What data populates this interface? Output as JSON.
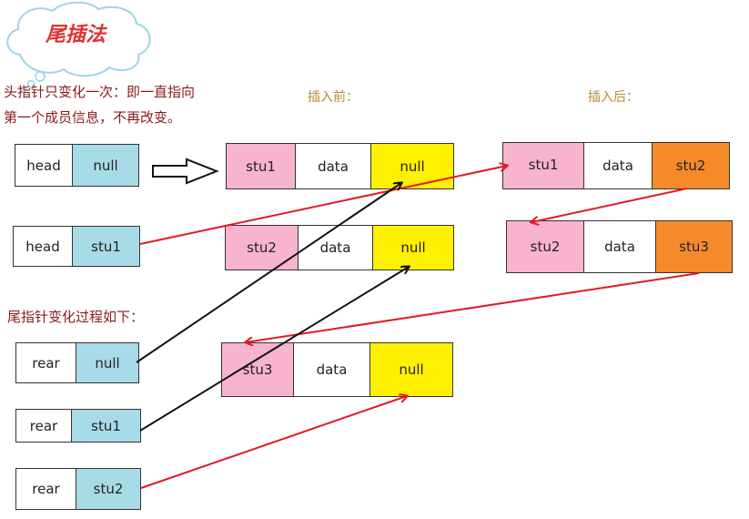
{
  "title": "尾插法",
  "notes": {
    "head_line1": "头指针只变化一次：即一直指向",
    "head_line2": "第一个成员信息，不再改变。",
    "tail": "尾指针变化过程如下："
  },
  "labels": {
    "before": "插入前：",
    "after": "插入后："
  },
  "head_boxes": [
    {
      "name": "head",
      "value": "null"
    },
    {
      "name": "head",
      "value": "stu1"
    }
  ],
  "rear_boxes": [
    {
      "name": "rear",
      "value": "null"
    },
    {
      "name": "rear",
      "value": "stu1"
    },
    {
      "name": "rear",
      "value": "stu2"
    }
  ],
  "before_nodes": [
    {
      "id": "stu1",
      "data": "data",
      "next": "null"
    },
    {
      "id": "stu2",
      "data": "data",
      "next": "null"
    },
    {
      "id": "stu3",
      "data": "data",
      "next": "null"
    }
  ],
  "after_nodes": [
    {
      "id": "stu1",
      "data": "data",
      "next": "stu2"
    },
    {
      "id": "stu2",
      "data": "data",
      "next": "stu3"
    }
  ],
  "colors": {
    "name_cell": "#ffffff",
    "pointer_cell": "#a8dbe8",
    "id_cell": "#f8b3cf",
    "next_null": "#ffef00",
    "next_set": "#f58a2a",
    "red_arrow": "#e01b24",
    "black_arrow": "#111111"
  }
}
